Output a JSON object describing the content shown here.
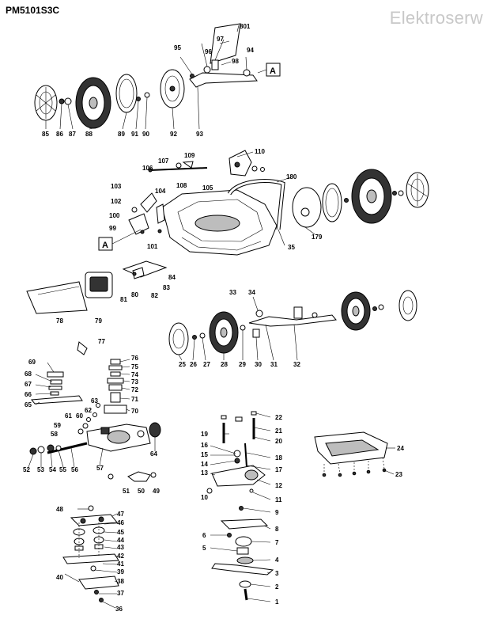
{
  "header": {
    "model": "PM5101S3C",
    "brand": "Elektroserw"
  },
  "ref_boxes": [
    "A",
    "A"
  ],
  "part_labels": [
    "801",
    "97",
    "95",
    "96",
    "94",
    "98",
    "85",
    "86",
    "87",
    "88",
    "89",
    "91",
    "90",
    "92",
    "93",
    "110",
    "106",
    "107",
    "109",
    "108",
    "103",
    "104",
    "105",
    "180",
    "102",
    "100",
    "99",
    "101",
    "35",
    "179",
    "84",
    "83",
    "82",
    "80",
    "81",
    "78",
    "79",
    "33",
    "34",
    "77",
    "25",
    "26",
    "27",
    "28",
    "29",
    "30",
    "31",
    "32",
    "69",
    "68",
    "67",
    "66",
    "65",
    "76",
    "75",
    "74",
    "73",
    "72",
    "71",
    "63",
    "70",
    "62",
    "61",
    "60",
    "59",
    "58",
    "52",
    "53",
    "54",
    "55",
    "56",
    "57",
    "64",
    "51",
    "50",
    "49",
    "22",
    "19",
    "21",
    "20",
    "16",
    "18",
    "15",
    "14",
    "17",
    "13",
    "12",
    "10",
    "11",
    "24",
    "23",
    "48",
    "47",
    "46",
    "45",
    "44",
    "43",
    "42",
    "41",
    "40",
    "39",
    "38",
    "37",
    "36",
    "9",
    "8",
    "6",
    "7",
    "5",
    "4",
    "3",
    "2",
    "1"
  ]
}
